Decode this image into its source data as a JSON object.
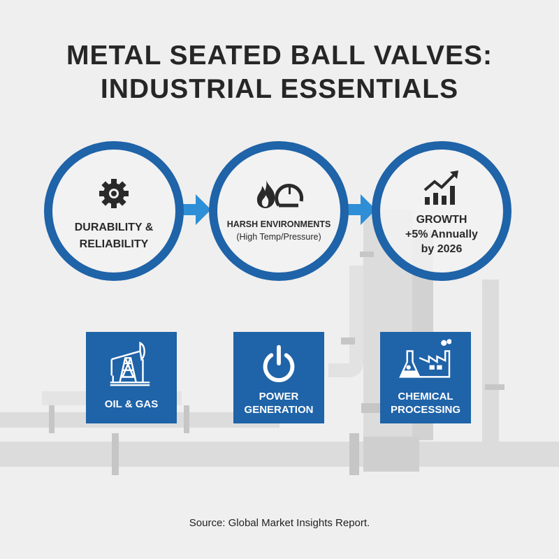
{
  "title": {
    "line1": "METAL SEATED BALL VALVES:",
    "line2": "INDUSTRIAL ESSENTIALS"
  },
  "colors": {
    "accent": "#1f63a8",
    "arrow": "#2e8fd6",
    "pipe": "#d6d6d6",
    "background": "#efefef"
  },
  "steps": [
    {
      "icon": "gear-icon",
      "line1": "DURABILITY &",
      "line2": "RELIABILITY"
    },
    {
      "icon": "flame-gauge-icon",
      "line1": "HARSH ENVIRONMENTS",
      "line2": "(High Temp/Pressure)"
    },
    {
      "icon": "growth-chart-icon",
      "line1": "GROWTH",
      "line2": "+5% Annually",
      "line3": "by 2026"
    }
  ],
  "industries": [
    {
      "icon": "oil-pump-icon",
      "line1": "OIL & GAS"
    },
    {
      "icon": "power-icon",
      "line1": "POWER",
      "line2": "GENERATION"
    },
    {
      "icon": "chemical-factory-icon",
      "line1": "CHEMICAL",
      "line2": "PROCESSING"
    }
  ],
  "source": "Source: Global Market Insights Report."
}
